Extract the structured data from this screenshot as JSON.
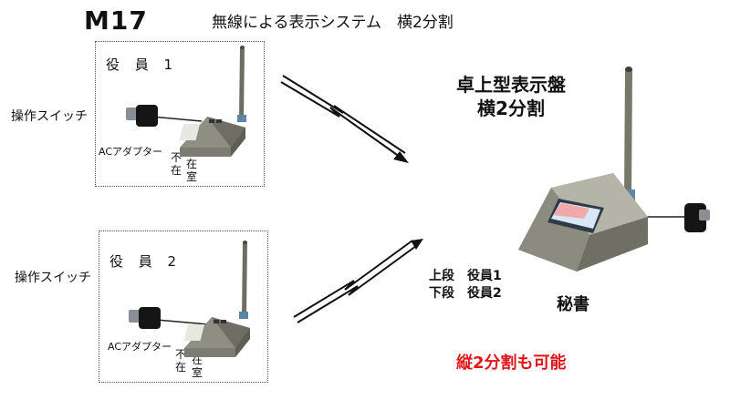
{
  "header": {
    "model": "M17",
    "title": "無線による表示システム　横2分割"
  },
  "groups": [
    {
      "officer": "役 員 1",
      "switch_label": "操作スイッチ",
      "ac_label": "ACアダプター",
      "absent": "不在",
      "present": "在室"
    },
    {
      "officer": "役 員 2",
      "switch_label": "操作スイッチ",
      "ac_label": "ACアダプター",
      "absent": "不在",
      "present": "在室"
    }
  ],
  "display": {
    "title_line1": "卓上型表示盤",
    "title_line2": "横2分割",
    "upper_row": "上段　役員1",
    "lower_row": "下段　役員2",
    "location": "秘書"
  },
  "footnote": "縦2分割も可能",
  "colors": {
    "device_body": "#9a9a8c",
    "device_dark": "#6e6e64",
    "antenna": "#7d7d72",
    "footnote": "#e0161b"
  }
}
